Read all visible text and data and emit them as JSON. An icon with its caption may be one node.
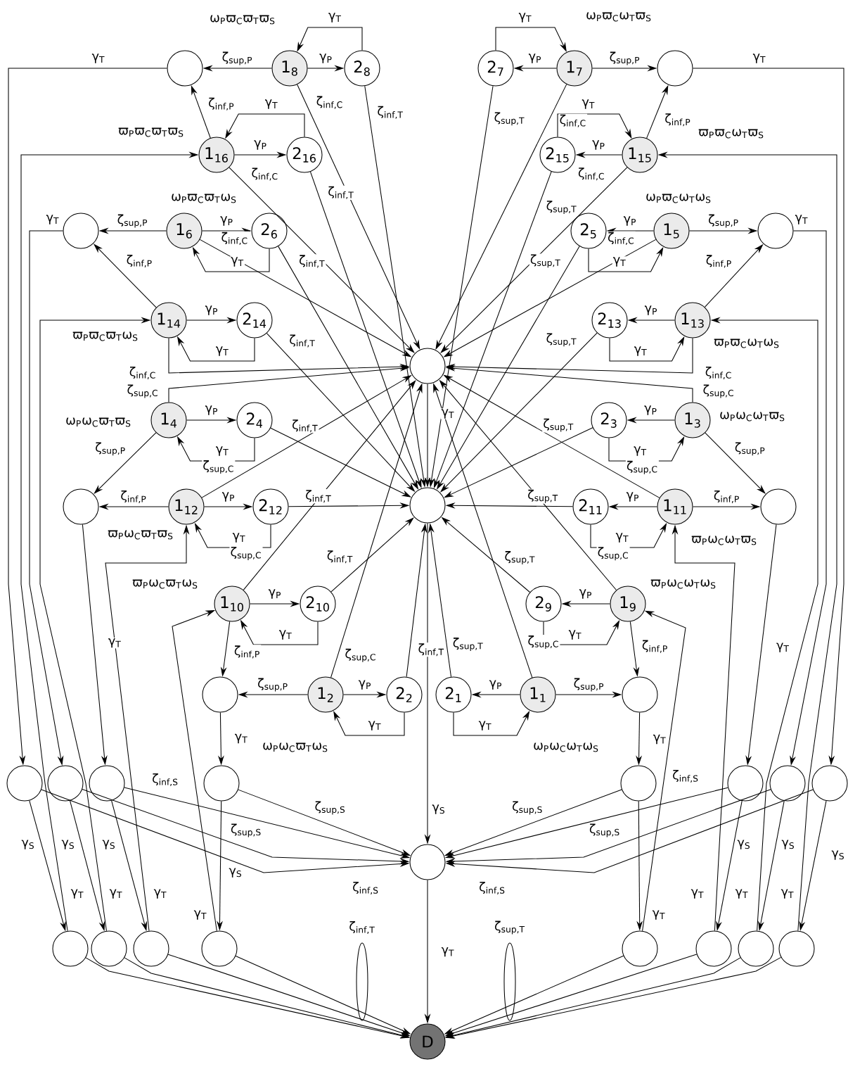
{
  "diagram": {
    "nodes": [
      {
        "text": [],
        "shape": "circle"
      },
      {
        "text": [
          "1$_{8}$"
        ],
        "beside": [
          "ω$_{P}$ϖ$_{C}$ϖ$_{T}$ϖ$_{S}$"
        ]
      },
      {
        "text": [
          "2$_{8}$"
        ]
      },
      {
        "text": [
          "2$_{7}$"
        ]
      },
      {
        "text": [
          "1$_{7}$"
        ],
        "beside": [
          "ω$_{P}$ϖ$_{C}$ω$_{T}$ϖ$_{S}$"
        ]
      },
      {
        "text": [],
        "shape": "circle"
      },
      {
        "text": [
          "1$_{16}$"
        ],
        "beside": [
          "ϖ$_{P}$ϖ$_{C}$ϖ$_{T}$ϖ$_{S}$"
        ]
      },
      {
        "text": [
          "2$_{16}$"
        ]
      },
      {
        "text": [
          "2$_{15}$"
        ]
      },
      {
        "text": [
          "1$_{15}$"
        ],
        "beside": [
          "ϖ$_{P}$ϖ$_{C}$ω$_{T}$ϖ$_{S}$"
        ]
      },
      {
        "text": [],
        "shape": "circle"
      },
      {
        "text": [
          "1$_{6}$"
        ],
        "beside": [
          "ω$_{P}$ϖ$_{C}$ϖ$_{T}$ω$_{S}$"
        ]
      },
      {
        "text": [
          "2$_{6}$"
        ]
      },
      {
        "text": [
          "2$_{5}$"
        ]
      },
      {
        "text": [
          "1$_{5}$"
        ],
        "beside": [
          "ω$_{P}$ϖ$_{C}$ω$_{T}$ω$_{S}$"
        ]
      },
      {
        "text": [],
        "shape": "circle"
      },
      {
        "text": [
          "1$_{14}$"
        ],
        "beside": [
          "ϖ$_{P}$ϖ$_{C}$ϖ$_{T}$ω$_{S}$"
        ]
      },
      {
        "text": [
          "2$_{14}$"
        ]
      },
      {
        "text": [
          "2$_{13}$"
        ]
      },
      {
        "text": [
          "1$_{13}$"
        ],
        "beside": [
          "ϖ$_{P}$ϖ$_{C}$ω$_{T}$ω$_{S}$"
        ]
      },
      {
        "text": [],
        "shape": "circle"
      },
      {
        "text": [
          "1$_{4}$"
        ],
        "beside": [
          "ω$_{P}$ω$_{C}$ϖ$_{T}$ϖ$_{S}$"
        ]
      },
      {
        "text": [
          "2$_{4}$"
        ]
      },
      {
        "text": [
          "2$_{3}$"
        ]
      },
      {
        "text": [
          "1$_{3}$"
        ],
        "beside": [
          "ω$_{P}$ω$_{C}$ω$_{T}$ϖ$_{S}$"
        ]
      },
      {
        "text": [],
        "shape": "circle"
      },
      {
        "text": [
          "1$_{12}$"
        ],
        "beside": [
          "ϖ$_{P}$ω$_{C}$ϖ$_{T}$ϖ$_{S}$"
        ]
      },
      {
        "text": [
          "2$_{12}$"
        ]
      },
      {
        "text": [],
        "shape": "circle"
      },
      {
        "text": [
          "2$_{11}$"
        ]
      },
      {
        "text": [
          "1$_{11}$"
        ],
        "beside": [
          "ϖ$_{P}$ω$_{C}$ω$_{T}$ϖ$_{S}$"
        ]
      },
      {
        "text": [],
        "shape": "circle"
      },
      {
        "text": [
          "1$_{10}$"
        ],
        "beside": [
          "ϖ$_{P}$ω$_{C}$ϖ$_{T}$ω$_{S}$"
        ]
      },
      {
        "text": [
          "2$_{10}$"
        ]
      },
      {
        "text": [
          "2$_{9}$"
        ]
      },
      {
        "text": [
          "1$_{9}$"
        ],
        "beside": [
          "ϖ$_{P}$ω$_{C}$ω$_{T}$ω$_{S}$"
        ]
      },
      {
        "text": [],
        "shape": "circle"
      },
      {
        "text": [
          "1$_{2}$"
        ],
        "beside": [
          "ω$_{P}$ω$_{C}$ϖ$_{T}$ω$_{S}$"
        ]
      },
      {
        "text": [
          "2$_{2}$"
        ]
      },
      {
        "text": [
          "2$_{1}$"
        ]
      },
      {
        "text": [
          "1$_{1}$"
        ],
        "beside": [
          "ω$_{P}$ω$_{C}$ω$_{T}$ω$_{S}$"
        ]
      },
      {
        "text": [],
        "shape": "circle"
      },
      {
        "text": [],
        "shape": "circle"
      },
      {
        "text": [],
        "shape": "circle"
      },
      {
        "text": [],
        "shape": "circle"
      },
      {
        "text": [],
        "shape": "circle"
      },
      {
        "text": [],
        "shape": "circle"
      },
      {
        "text": [],
        "shape": "circle"
      },
      {
        "text": [],
        "shape": "circle"
      },
      {
        "text": [],
        "shape": "circle"
      },
      {
        "text": [],
        "shape": "circle"
      },
      {
        "text": [],
        "shape": "circle"
      },
      {
        "text": [],
        "shape": "circle"
      },
      {
        "text": [],
        "shape": "circle"
      },
      {
        "text": [],
        "shape": "circle"
      },
      {
        "text": [],
        "shape": "circle"
      },
      {
        "text": [],
        "shape": "circle"
      },
      {
        "text": [],
        "shape": "circle"
      },
      {
        "text": [],
        "shape": "circle"
      },
      {
        "text": [
          "D"
        ]
      },
      {
        "text": [
          "ζ$_{inf,T}$"
        ]
      },
      {
        "text": [
          "ζ$_{sup,T}$"
        ]
      }
    ],
    "edges": [
      {
        "from": 1,
        "to": 0,
        "arrow": "to",
        "label": "ζ$_{sup,P}$"
      },
      {
        "from": 1,
        "to": 2,
        "arrow": "to",
        "label": "γ$_{P}$"
      },
      {
        "from": 2,
        "to": 1,
        "arrow": "to",
        "label": "γ$_{T}$"
      },
      {
        "from": 1,
        "to": 20,
        "arrow": "to",
        "label": "ζ$_{inf,C}$"
      },
      {
        "from": 2,
        "to": 28,
        "arrow": "to",
        "label": "ζ$_{inf,T}$"
      },
      {
        "from": 4,
        "to": 5,
        "arrow": "to",
        "label": "ζ$_{sup,P}$"
      },
      {
        "from": 4,
        "to": 3,
        "arrow": "to",
        "label": "γ$_{P}$"
      },
      {
        "from": 3,
        "to": 4,
        "arrow": "to",
        "label": "γ$_{T}$"
      },
      {
        "from": 4,
        "to": 20,
        "arrow": "to",
        "label": "ζ$_{inf,C}$"
      },
      {
        "from": 3,
        "to": 28,
        "arrow": "to",
        "label": "ζ$_{sup,T}$"
      },
      {
        "from": 6,
        "to": 0,
        "arrow": "to",
        "label": "ζ$_{inf,P}$"
      },
      {
        "from": 6,
        "to": 7,
        "arrow": "to",
        "label": "γ$_{P}$"
      },
      {
        "from": 7,
        "to": 6,
        "arrow": "to",
        "label": "γ$_{T}$"
      },
      {
        "from": 6,
        "to": 20,
        "arrow": "to",
        "label": "ζ$_{inf,C}$"
      },
      {
        "from": 7,
        "to": 28,
        "arrow": "to",
        "label": "ζ$_{inf,T}$"
      },
      {
        "from": 9,
        "to": 5,
        "arrow": "to",
        "label": "ζ$_{inf,P}$"
      },
      {
        "from": 9,
        "to": 8,
        "arrow": "to",
        "label": "γ$_{P}$"
      },
      {
        "from": 8,
        "to": 9,
        "arrow": "to",
        "label": "γ$_{T}$"
      },
      {
        "from": 9,
        "to": 20,
        "arrow": "to",
        "label": "ζ$_{inf,C}$"
      },
      {
        "from": 8,
        "to": 28,
        "arrow": "to",
        "label": "ζ$_{sup,T}$"
      },
      {
        "from": 11,
        "to": 10,
        "arrow": "to",
        "label": "ζ$_{sup,P}$"
      },
      {
        "from": 11,
        "to": 12,
        "arrow": "to",
        "label": "γ$_{P}$"
      },
      {
        "from": 12,
        "to": 11,
        "arrow": "to",
        "label": "γ$_{T}$"
      },
      {
        "from": 11,
        "to": 20,
        "arrow": "to",
        "label": "ζ$_{inf,C}$"
      },
      {
        "from": 12,
        "to": 28,
        "arrow": "to",
        "label": "ζ$_{inf,T}$"
      },
      {
        "from": 14,
        "to": 15,
        "arrow": "to",
        "label": "ζ$_{sup,P}$"
      },
      {
        "from": 14,
        "to": 13,
        "arrow": "to",
        "label": "γ$_{P}$"
      },
      {
        "from": 13,
        "to": 14,
        "arrow": "to",
        "label": "γ$_{T}$"
      },
      {
        "from": 14,
        "to": 20,
        "arrow": "to",
        "label": "ζ$_{inf,C}$"
      },
      {
        "from": 13,
        "to": 28,
        "arrow": "to",
        "label": "ζ$_{sup,T}$"
      },
      {
        "from": 16,
        "to": 10,
        "arrow": "to",
        "label": "ζ$_{inf,P}$"
      },
      {
        "from": 16,
        "to": 17,
        "arrow": "to",
        "label": "γ$_{P}$"
      },
      {
        "from": 17,
        "to": 16,
        "arrow": "to",
        "label": "γ$_{T}$"
      },
      {
        "from": 16,
        "to": 20,
        "arrow": "to",
        "label": "ζ$_{inf,C}$"
      },
      {
        "from": 17,
        "to": 28,
        "arrow": "to",
        "label": "ζ$_{inf,T}$"
      },
      {
        "from": 19,
        "to": 15,
        "arrow": "to",
        "label": "ζ$_{inf,P}$"
      },
      {
        "from": 19,
        "to": 18,
        "arrow": "to",
        "label": "γ$_{P}$"
      },
      {
        "from": 18,
        "to": 19,
        "arrow": "to",
        "label": "γ$_{T}$"
      },
      {
        "from": 19,
        "to": 20,
        "arrow": "to",
        "label": "ζ$_{inf,C}$"
      },
      {
        "from": 18,
        "to": 28,
        "arrow": "to",
        "label": "ζ$_{sup,T}$"
      },
      {
        "from": 21,
        "to": 25,
        "arrow": "to",
        "label": "ζ$_{sup,P}$"
      },
      {
        "from": 21,
        "to": 22,
        "arrow": "to",
        "label": "γ$_{P}$"
      },
      {
        "from": 22,
        "to": 21,
        "arrow": "to",
        "label": "γ$_{T}$"
      },
      {
        "from": 21,
        "to": 20,
        "arrow": "to",
        "label": "ζ$_{sup,C}$"
      },
      {
        "from": 22,
        "to": 28,
        "arrow": "to",
        "label": "ζ$_{inf,T}$"
      },
      {
        "from": 24,
        "to": 31,
        "arrow": "to",
        "label": "ζ$_{sup,P}$"
      },
      {
        "from": 24,
        "to": 23,
        "arrow": "to",
        "label": "γ$_{P}$"
      },
      {
        "from": 23,
        "to": 24,
        "arrow": "to",
        "label": "γ$_{T}$"
      },
      {
        "from": 24,
        "to": 20,
        "arrow": "to",
        "label": "ζ$_{sup,C}$"
      },
      {
        "from": 23,
        "to": 28,
        "arrow": "to",
        "label": "ζ$_{sup,T}$"
      },
      {
        "from": 26,
        "to": 25,
        "arrow": "to",
        "label": "ζ$_{inf,P}$"
      },
      {
        "from": 26,
        "to": 27,
        "arrow": "to",
        "label": "γ$_{P}$"
      },
      {
        "from": 27,
        "to": 26,
        "arrow": "to",
        "label": "γ$_{T}$"
      },
      {
        "from": 26,
        "to": 20,
        "arrow": "to",
        "label": "ζ$_{sup,C}$"
      },
      {
        "from": 27,
        "to": 28,
        "arrow": "to",
        "label": "ζ$_{inf,T}$"
      },
      {
        "from": 30,
        "to": 31,
        "arrow": "to",
        "label": "ζ$_{inf,P}$"
      },
      {
        "from": 30,
        "to": 29,
        "arrow": "to",
        "label": "γ$_{P}$"
      },
      {
        "from": 29,
        "to": 30,
        "arrow": "to",
        "label": "γ$_{T}$"
      },
      {
        "from": 30,
        "to": 20,
        "arrow": "to",
        "label": "ζ$_{sup,C}$"
      },
      {
        "from": 29,
        "to": 28,
        "arrow": "to",
        "label": "ζ$_{sup,T}$"
      },
      {
        "from": 32,
        "to": 36,
        "arrow": "to",
        "label": "ζ$_{inf,P}$"
      },
      {
        "from": 32,
        "to": 33,
        "arrow": "to",
        "label": "γ$_{P}$"
      },
      {
        "from": 33,
        "to": 32,
        "arrow": "to",
        "label": "γ$_{T}$"
      },
      {
        "from": 32,
        "to": 20,
        "arrow": "to",
        "label": "ζ$_{sup,C}$"
      },
      {
        "from": 33,
        "to": 28,
        "arrow": "to",
        "label": "ζ$_{inf,T}$"
      },
      {
        "from": 35,
        "to": 41,
        "arrow": "to",
        "label": "ζ$_{inf,P}$"
      },
      {
        "from": 35,
        "to": 34,
        "arrow": "to",
        "label": "γ$_{P}$"
      },
      {
        "from": 34,
        "to": 35,
        "arrow": "to",
        "label": "γ$_{T}$"
      },
      {
        "from": 35,
        "to": 20,
        "arrow": "to",
        "label": "ζ$_{sup,C}$"
      },
      {
        "from": 34,
        "to": 28,
        "arrow": "to",
        "label": "ζ$_{sup,T}$"
      },
      {
        "from": 37,
        "to": 36,
        "arrow": "to",
        "label": "ζ$_{sup,P}$"
      },
      {
        "from": 37,
        "to": 38,
        "arrow": "to",
        "label": "γ$_{P}$"
      },
      {
        "from": 38,
        "to": 37,
        "arrow": "to",
        "label": "γ$_{T}$"
      },
      {
        "from": 37,
        "to": 20,
        "arrow": "to",
        "label": "ζ$_{sup,C}$"
      },
      {
        "from": 38,
        "to": 28,
        "arrow": "to",
        "label": "ζ$_{inf,T}$"
      },
      {
        "from": 40,
        "to": 41,
        "arrow": "to",
        "label": "ζ$_{sup,P}$"
      },
      {
        "from": 40,
        "to": 39,
        "arrow": "to",
        "label": "γ$_{P}$"
      },
      {
        "from": 39,
        "to": 40,
        "arrow": "to",
        "label": "γ$_{T}$"
      },
      {
        "from": 40,
        "to": 20,
        "arrow": "to",
        "label": "ζ$_{sup,C}$"
      },
      {
        "from": 39,
        "to": 28,
        "arrow": "to",
        "label": "ζ$_{sup,T}$"
      },
      {
        "from": 0,
        "to": 42,
        "arrow": "to",
        "label": "γ$_{T}$"
      },
      {
        "from": 10,
        "to": 43,
        "arrow": "to",
        "label": "γ$_{T}$"
      },
      {
        "from": 25,
        "to": 44,
        "arrow": "to",
        "label": "γ$_{T}$"
      },
      {
        "from": 36,
        "to": 45,
        "arrow": "to",
        "label": "γ$_{T}$"
      },
      {
        "from": 41,
        "to": 46,
        "arrow": "to",
        "label": "γ$_{T}$"
      },
      {
        "from": 31,
        "to": 47,
        "arrow": "to",
        "label": "γ$_{T}$"
      },
      {
        "from": 15,
        "to": 48,
        "arrow": "to",
        "label": "γ$_{T}$"
      },
      {
        "from": 5,
        "to": 49,
        "arrow": "to",
        "label": "γ$_{T}$"
      },
      {
        "from": 42,
        "to": 51,
        "arrow": "to",
        "label": "γ$_{S}$"
      },
      {
        "from": 43,
        "to": 52,
        "arrow": "to",
        "label": "γ$_{S}$"
      },
      {
        "from": 44,
        "to": 53,
        "arrow": "to",
        "label": "γ$_{S}$"
      },
      {
        "from": 45,
        "to": 54,
        "arrow": "to",
        "label": "γ$_{S}$"
      },
      {
        "from": 46,
        "to": 55,
        "arrow": "to"
      },
      {
        "from": 47,
        "to": 56,
        "arrow": "to",
        "label": "γ$_{S}$"
      },
      {
        "from": 48,
        "to": 57,
        "arrow": "to",
        "label": "γ$_{S}$"
      },
      {
        "from": 49,
        "to": 58,
        "arrow": "to",
        "label": "γ$_{S}$"
      },
      {
        "from": 51,
        "to": 6,
        "arrow": "to",
        "label": "γ$_{T}$"
      },
      {
        "from": 52,
        "to": 16,
        "arrow": "to",
        "label": "γ$_{T}$"
      },
      {
        "from": 53,
        "to": 26,
        "arrow": "to",
        "label": "γ$_{T}$"
      },
      {
        "from": 54,
        "to": 32,
        "arrow": "to",
        "label": "γ$_{T}$"
      },
      {
        "from": 55,
        "to": 35,
        "arrow": "to",
        "label": "γ$_{T}$"
      },
      {
        "from": 56,
        "to": 30,
        "arrow": "to",
        "label": "γ$_{T}$"
      },
      {
        "from": 57,
        "to": 19,
        "arrow": "to",
        "label": "γ$_{T}$"
      },
      {
        "from": 58,
        "to": 9,
        "arrow": "to",
        "label": "γ$_{T}$"
      },
      {
        "from": 42,
        "to": 50,
        "arrow": "to",
        "label": "ζ$_{inf,S}$"
      },
      {
        "from": 43,
        "to": 50,
        "arrow": "to",
        "label": "ζ$_{sup,S}$"
      },
      {
        "from": 44,
        "to": 50,
        "arrow": "to",
        "label": "ζ$_{inf,S}$"
      },
      {
        "from": 45,
        "to": 50,
        "arrow": "to",
        "label": "ζ$_{sup,S}$"
      },
      {
        "from": 46,
        "to": 50,
        "arrow": "to",
        "label": "ζ$_{sup,S}$"
      },
      {
        "from": 47,
        "to": 50,
        "arrow": "to",
        "label": "ζ$_{inf,S}$"
      },
      {
        "from": 48,
        "to": 50,
        "arrow": "to",
        "label": "ζ$_{sup,S}$"
      },
      {
        "from": 49,
        "to": 50,
        "arrow": "to",
        "label": "ζ$_{inf,S}$"
      },
      {
        "from": 51,
        "to": 59,
        "arrow": "to"
      },
      {
        "from": 52,
        "to": 59,
        "arrow": "to"
      },
      {
        "from": 53,
        "to": 59,
        "arrow": "to"
      },
      {
        "from": 54,
        "to": 59,
        "arrow": "to"
      },
      {
        "from": 55,
        "to": 59,
        "arrow": "to"
      },
      {
        "from": 56,
        "to": 59,
        "arrow": "to"
      },
      {
        "from": 57,
        "to": 59,
        "arrow": "to"
      },
      {
        "from": 58,
        "to": 59,
        "arrow": "to"
      },
      {
        "from": 20,
        "to": 28,
        "arrow": "to",
        "label": "γ$_{T}$"
      },
      {
        "from": 28,
        "to": 50,
        "arrow": "to",
        "label": "γ$_{S}$"
      },
      {
        "from": 50,
        "to": 59,
        "arrow": "to",
        "label": "γ$_{T}$"
      }
    ]
  }
}
